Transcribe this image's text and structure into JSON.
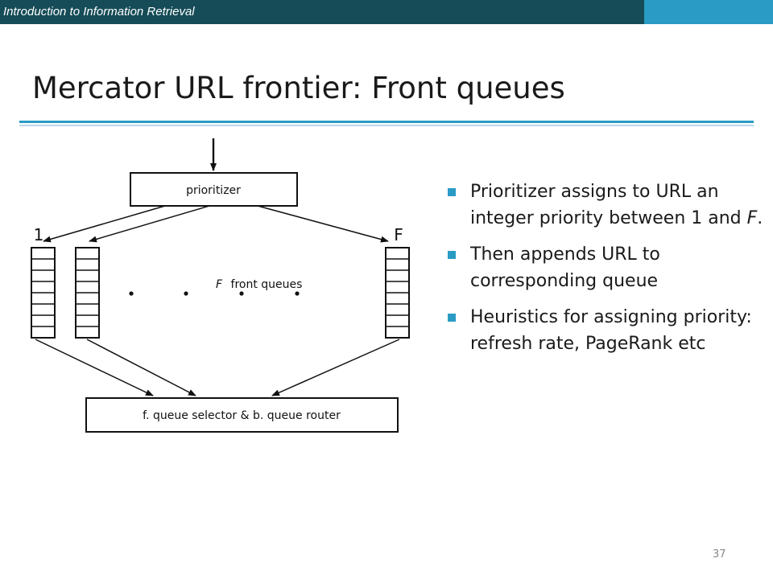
{
  "header": {
    "course_title": "Introduction to Information Retrieval",
    "bar_color": "#154c57",
    "accent_color": "#2a9bc4"
  },
  "slide": {
    "title": "Mercator URL frontier: Front queues",
    "page_number": "37"
  },
  "diagram": {
    "prioritizer_label": "prioritizer",
    "queue_first_label": "1",
    "queue_last_label": "F",
    "front_queues_var": "F",
    "front_queues_text": "front queues",
    "selector_label": "f. queue selector & b. queue router"
  },
  "bullets": [
    {
      "prefix": "Prioritizer assigns to URL an integer priority between 1 and ",
      "emph": "F",
      "suffix": "."
    },
    {
      "prefix": "Then appends URL to corresponding queue",
      "emph": "",
      "suffix": ""
    },
    {
      "prefix": "Heuristics for assigning priority: refresh rate, PageRank etc",
      "emph": "",
      "suffix": ""
    }
  ]
}
